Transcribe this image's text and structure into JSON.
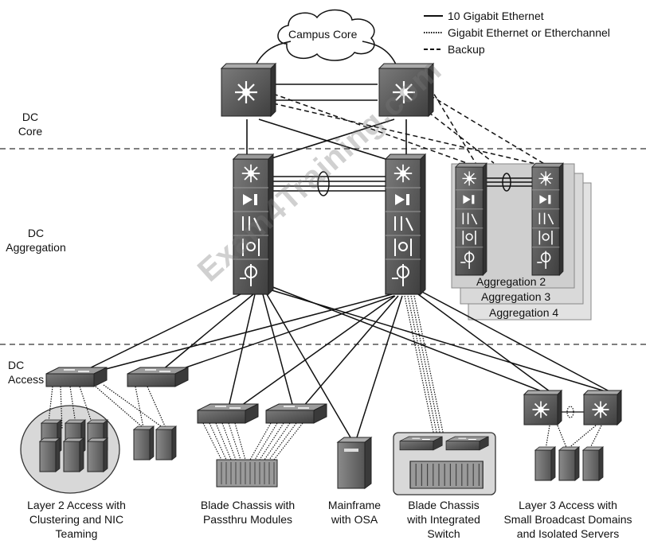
{
  "legend": {
    "items": [
      {
        "label": "10 Gigabit Ethernet",
        "style": "solid"
      },
      {
        "label": "Gigabit Ethernet or Etherchannel",
        "style": "dotted"
      },
      {
        "label": "Backup",
        "style": "dashed"
      }
    ]
  },
  "cloud": {
    "label": "Campus Core"
  },
  "tiers": {
    "core": [
      "DC",
      "Core"
    ],
    "aggregation": [
      "DC",
      "Aggregation"
    ],
    "access": [
      "DC",
      "Access"
    ]
  },
  "aggregation_stack": [
    "Aggregation 2",
    "Aggregation 3",
    "Aggregation 4"
  ],
  "bottom_labels": [
    [
      "Layer 2 Access with",
      "Clustering and NIC",
      "Teaming"
    ],
    [
      "Blade Chassis with",
      "Passthru Modules"
    ],
    [
      "Mainframe",
      "with OSA"
    ],
    [
      "Blade Chassis",
      "with Integrated",
      "Switch"
    ],
    [
      "Layer 3 Access with",
      "Small Broadcast Domains",
      "and Isolated Servers"
    ]
  ],
  "watermark": "Exam4Training.com",
  "colors": {
    "device": "#5a5a5a",
    "device_light": "#8e8e8e",
    "panel": "#d6d6d6",
    "line": "#111111"
  }
}
